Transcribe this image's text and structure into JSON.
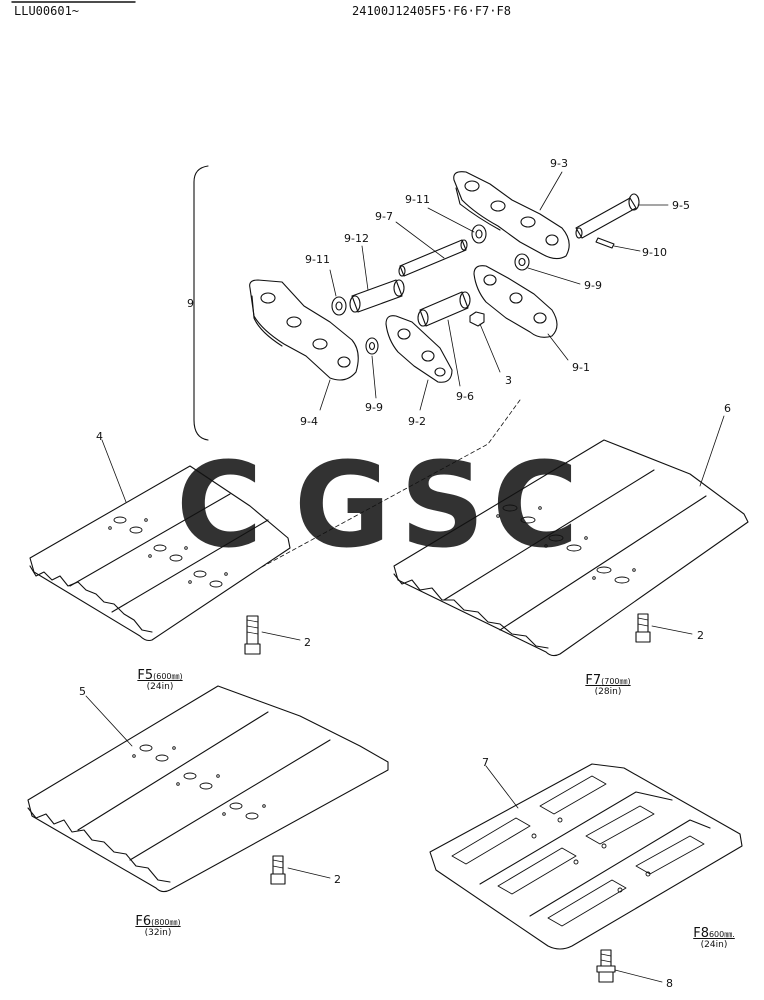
{
  "header": {
    "serial_range": "LLU00601~",
    "drawing_number": "24100J12405F5·F6·F7·F8"
  },
  "assembly_label": "9",
  "part_labels": {
    "p9_1": "9-1",
    "p9_2": "9-2",
    "p9_3": "9-3",
    "p9_4": "9-4",
    "p9_5": "9-5",
    "p9_6": "9-6",
    "p9_7": "9-7",
    "p9_9a": "9-9",
    "p9_9b": "9-9",
    "p9_10": "9-10",
    "p9_11a": "9-11",
    "p9_11b": "9-11",
    "p9_12": "9-12",
    "p3": "3",
    "p4": "4",
    "p5": "5",
    "p6": "6",
    "p7": "7",
    "p2a": "2",
    "p2b": "2",
    "p2c": "2",
    "p8": "8"
  },
  "variants": {
    "f5": {
      "code": "F5",
      "width_mm": "(600㎜)",
      "width_in": "(24in)"
    },
    "f6": {
      "code": "F6",
      "width_mm": "(800㎜)",
      "width_in": "(32in)"
    },
    "f7": {
      "code": "F7",
      "width_mm": "(700㎜)",
      "width_in": "(28in)"
    },
    "f8": {
      "code": "F8",
      "width_mm": "600㎜.",
      "width_in": "(24in)"
    }
  },
  "watermark": {
    "letters": [
      "C",
      "G",
      "S",
      "C"
    ],
    "colors": [
      "#6fa2f4",
      "#f07f76",
      "#f6cf57",
      "#55b382"
    ]
  }
}
